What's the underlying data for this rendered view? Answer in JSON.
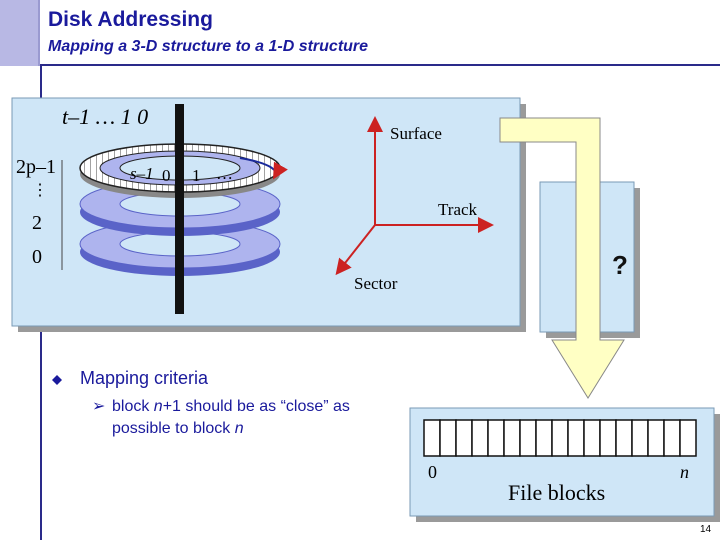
{
  "slide": {
    "title": "Disk Addressing",
    "subtitle": "Mapping a 3-D structure to a 1-D structure",
    "page_number": "14"
  },
  "disk": {
    "track_top_label": "t–1 … 1 0",
    "surface_high_label": "2p–1",
    "surface_dots": "⋮",
    "surface_two": "2",
    "surface_zero": "0",
    "sector_label_s": "s–1",
    "sector_label_0": "0",
    "sector_label_1": "1",
    "sector_label_dots": "…"
  },
  "axes": {
    "surface": "Surface",
    "track": "Track",
    "sector": "Sector"
  },
  "question": "?",
  "bullets": {
    "main": "Mapping criteria",
    "sub_pre": "block ",
    "sub_n1": "n",
    "sub_mid": "+1 should be as “close” as",
    "sub_line2_pre": "possible to block ",
    "sub_n2": "n"
  },
  "blocks": {
    "start": "0",
    "end": "n",
    "label": "File blocks",
    "count": 17
  },
  "colors": {
    "title": "#1a1a9c",
    "panel": "#cfe6f7",
    "disk": "#aeb4ee",
    "disk_dark": "#5a63c8",
    "arrow": "#ffffc4"
  }
}
